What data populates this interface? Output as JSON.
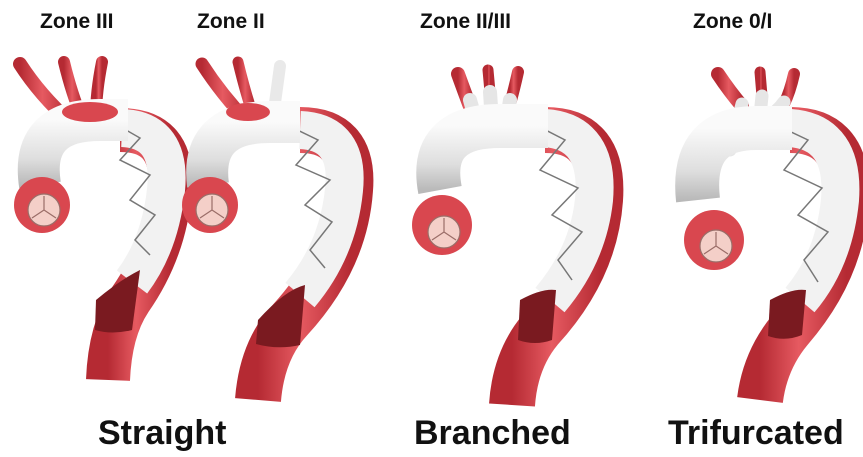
{
  "zone_labels": {
    "zone_iii": "Zone III",
    "zone_ii": "Zone II",
    "zone_ii_iii": "Zone II/III",
    "zone_0_i": "Zone 0/I"
  },
  "category_labels": {
    "straight": "Straight",
    "branched": "Branched",
    "trifurcated": "Trifurcated"
  },
  "colors": {
    "vessel": "#d9474f",
    "vessel_dark": "#a8232c",
    "graft": "#e6e6e6",
    "graft_shadow": "#b9b9b9",
    "valve": "#f4cfc8"
  }
}
